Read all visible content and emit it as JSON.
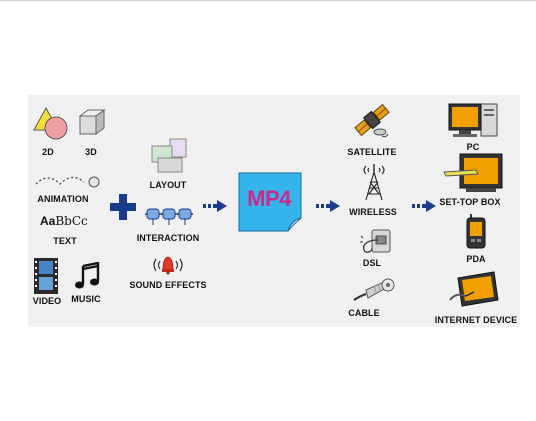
{
  "inputs": {
    "label_2d": "2D",
    "label_3d": "3D",
    "label_animation": "ANIMATION",
    "text_sample_bold": "Aa",
    "text_sample_regular": "BbCc",
    "label_text": "TEXT",
    "label_video": "VIDEO",
    "label_music": "MUSIC"
  },
  "features": {
    "label_layout": "LAYOUT",
    "label_interaction": "INTERACTION",
    "label_sound_effects": "SOUND EFFECTS"
  },
  "center": {
    "format_label": "MP4"
  },
  "delivery": {
    "label_satellite": "SATELLITE",
    "label_wireless": "WIRELESS",
    "label_dsl": "DSL",
    "label_cable": "CABLE"
  },
  "devices": {
    "label_pc": "PC",
    "label_set_top_box": "SET-TOP BOX",
    "label_pda": "PDA",
    "label_internet_device": "INTERNET DEVICE"
  },
  "colors": {
    "arrow": "#1a3a8c",
    "plus": "#1a3a8c",
    "mp4_page": "#36b4ec",
    "mp4_text": "#cc2a8a",
    "device_orange": "#f0a000"
  }
}
